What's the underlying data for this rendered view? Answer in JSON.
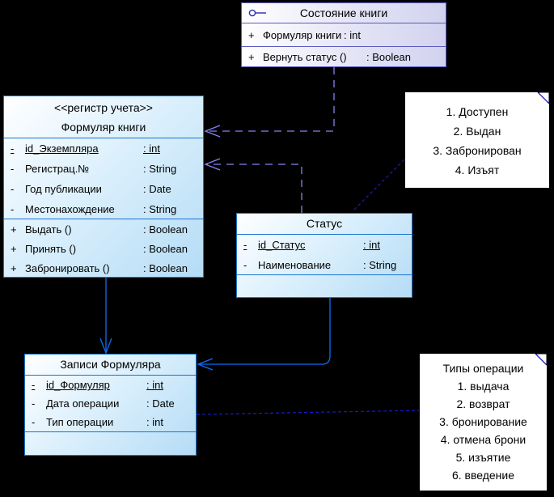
{
  "canvas": {
    "background": "#000000"
  },
  "classes": {
    "book_state": {
      "name": "Состояние книги",
      "attributes": [
        {
          "vis": "+",
          "name": "Формуляр книги",
          "type": ": int"
        }
      ],
      "operations": [
        {
          "vis": "+",
          "name": "Вернуть статус ()",
          "type": ": Boolean"
        }
      ]
    },
    "book_form": {
      "stereotype": "<<регистр учета>>",
      "name": "Формуляр книги",
      "attributes": [
        {
          "vis": "-",
          "name": "id_Экземпляра",
          "type": ": int"
        },
        {
          "vis": "-",
          "name": "Регистрац.№",
          "type": ": String"
        },
        {
          "vis": "-",
          "name": "Год публикации",
          "type": ": Date"
        },
        {
          "vis": "-",
          "name": "Местонахождение",
          "type": ": String"
        }
      ],
      "operations": [
        {
          "vis": "+",
          "name": "Выдать ()",
          "type": ": Boolean"
        },
        {
          "vis": "+",
          "name": "Принять ()",
          "type": ": Boolean"
        },
        {
          "vis": "+",
          "name": "Забронировать ()",
          "type": ": Boolean"
        }
      ]
    },
    "status": {
      "name": "Статус",
      "attributes": [
        {
          "vis": "-",
          "name": "id_Статус",
          "type": ": int"
        },
        {
          "vis": "-",
          "name": "Наименование",
          "type": ": String"
        }
      ]
    },
    "form_records": {
      "name": "Записи Формуляра",
      "attributes": [
        {
          "vis": "-",
          "name": "id_Формуляр",
          "type": ": int"
        },
        {
          "vis": "-",
          "name": "Дата операции",
          "type": ": Date"
        },
        {
          "vis": "-",
          "name": "Тип операции",
          "type": ": int"
        }
      ]
    }
  },
  "notes": {
    "status_values": {
      "lines": [
        "1. Доступен",
        "2. Выдан",
        "3. Забронирован",
        "4. Изъят"
      ]
    },
    "operation_types": {
      "lines": [
        "Типы операции",
        "1. выдача",
        "2. возврат",
        "3. бронирование",
        "4. отмена брони",
        "5. изъятие",
        "6. введение"
      ]
    }
  },
  "colors": {
    "class_border": "#1a75cf",
    "class_fill": "#b5dcf6",
    "interface_border": "#5b5bc0",
    "interface_fill": "#d2d2ef",
    "association_line": "#0b6ef7",
    "dependency_line": "#8282f0",
    "note_anchor_line": "#1a1acc",
    "note_background": "#ffffff"
  }
}
